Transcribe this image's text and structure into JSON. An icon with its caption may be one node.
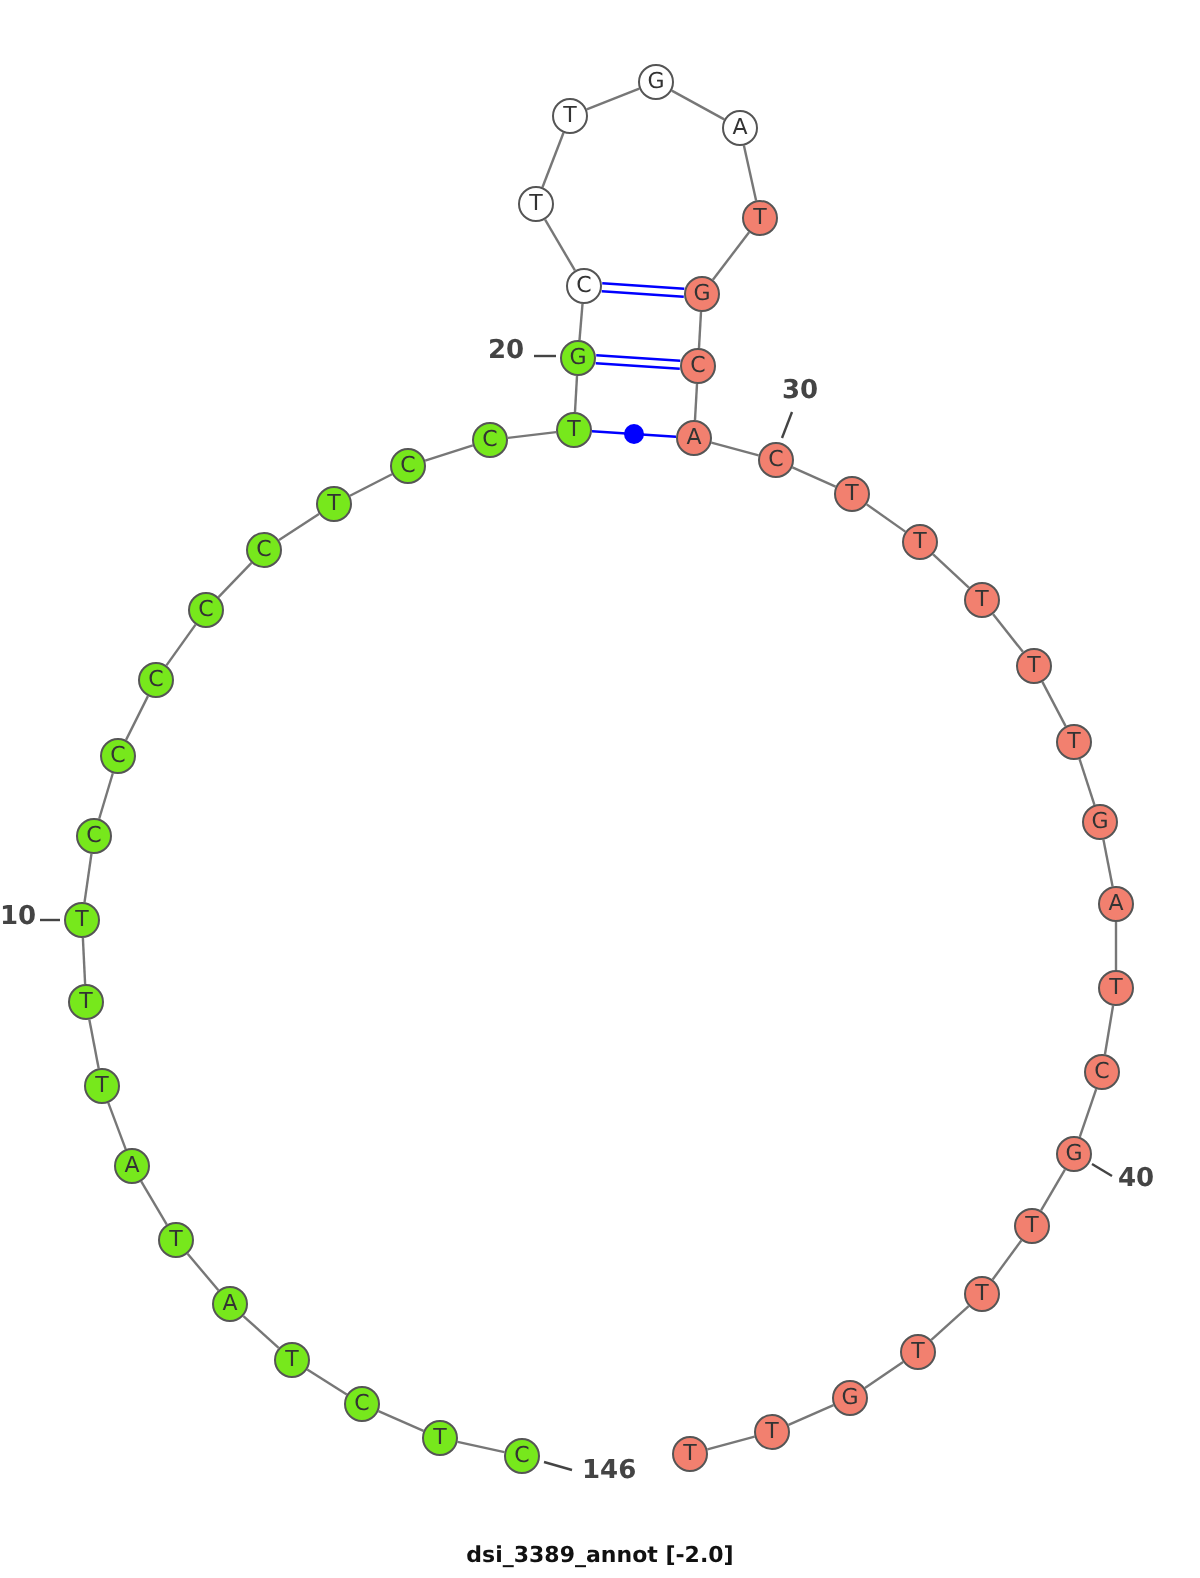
{
  "diagram": {
    "caption": "dsi_3389_annot [-2.0]",
    "nodes": [
      {
        "text": [
          "C"
        ]
      },
      {
        "text": [
          "T"
        ]
      },
      {
        "text": [
          "C"
        ]
      },
      {
        "text": [
          "T"
        ]
      },
      {
        "text": [
          "A"
        ]
      },
      {
        "text": [
          "T"
        ]
      },
      {
        "text": [
          "A"
        ]
      },
      {
        "text": [
          "T"
        ]
      },
      {
        "text": [
          "T"
        ]
      },
      {
        "text": [
          "T"
        ],
        "beside": [
          "10"
        ]
      },
      {
        "text": [
          "C"
        ]
      },
      {
        "text": [
          "C"
        ]
      },
      {
        "text": [
          "C"
        ]
      },
      {
        "text": [
          "C"
        ]
      },
      {
        "text": [
          "C"
        ]
      },
      {
        "text": [
          "T"
        ]
      },
      {
        "text": [
          "C"
        ]
      },
      {
        "text": [
          "C"
        ]
      },
      {
        "text": [
          "T"
        ]
      },
      {
        "text": [
          "G"
        ],
        "beside": [
          "20"
        ]
      },
      {
        "text": [
          "C"
        ]
      },
      {
        "text": [
          "T"
        ]
      },
      {
        "text": [
          "T"
        ]
      },
      {
        "text": [
          "G"
        ]
      },
      {
        "text": [
          "A"
        ]
      },
      {
        "text": [
          "T"
        ]
      },
      {
        "text": [
          "G"
        ]
      },
      {
        "text": [
          "C"
        ]
      },
      {
        "text": [
          "A"
        ]
      },
      {
        "text": [
          "C"
        ],
        "beside": [
          "30"
        ]
      },
      {
        "text": [
          "T"
        ]
      },
      {
        "text": [
          "T"
        ]
      },
      {
        "text": [
          "T"
        ]
      },
      {
        "text": [
          "T"
        ]
      },
      {
        "text": [
          "T"
        ]
      },
      {
        "text": [
          "G"
        ]
      },
      {
        "text": [
          "A"
        ]
      },
      {
        "text": [
          "T"
        ]
      },
      {
        "text": [
          "C"
        ]
      },
      {
        "text": [
          "G"
        ],
        "beside": [
          "40"
        ]
      },
      {
        "text": [
          "T"
        ]
      },
      {
        "text": [
          "T"
        ]
      },
      {
        "text": [
          "T"
        ]
      },
      {
        "text": [
          "G"
        ]
      },
      {
        "text": [
          "T"
        ]
      },
      {
        "text": [
          "T"
        ]
      }
    ],
    "edges": [
      {
        "from": 0,
        "to": 1,
        "arrow": "none"
      },
      {
        "from": 1,
        "to": 2,
        "arrow": "none"
      },
      {
        "from": 2,
        "to": 3,
        "arrow": "none"
      },
      {
        "from": 3,
        "to": 4,
        "arrow": "none"
      },
      {
        "from": 4,
        "to": 5,
        "arrow": "none"
      },
      {
        "from": 5,
        "to": 6,
        "arrow": "none"
      },
      {
        "from": 6,
        "to": 7,
        "arrow": "none"
      },
      {
        "from": 7,
        "to": 8,
        "arrow": "none"
      },
      {
        "from": 8,
        "to": 9,
        "arrow": "none"
      },
      {
        "from": 9,
        "to": 10,
        "arrow": "none"
      },
      {
        "from": 10,
        "to": 11,
        "arrow": "none"
      },
      {
        "from": 11,
        "to": 12,
        "arrow": "none"
      },
      {
        "from": 12,
        "to": 13,
        "arrow": "none"
      },
      {
        "from": 13,
        "to": 14,
        "arrow": "none"
      },
      {
        "from": 14,
        "to": 15,
        "arrow": "none"
      },
      {
        "from": 15,
        "to": 16,
        "arrow": "none"
      },
      {
        "from": 16,
        "to": 17,
        "arrow": "none"
      },
      {
        "from": 17,
        "to": 18,
        "arrow": "none"
      },
      {
        "from": 18,
        "to": 19,
        "arrow": "none"
      },
      {
        "from": 19,
        "to": 20,
        "arrow": "none"
      },
      {
        "from": 20,
        "to": 21,
        "arrow": "none"
      },
      {
        "from": 21,
        "to": 22,
        "arrow": "none"
      },
      {
        "from": 22,
        "to": 23,
        "arrow": "none"
      },
      {
        "from": 23,
        "to": 24,
        "arrow": "none"
      },
      {
        "from": 24,
        "to": 25,
        "arrow": "none"
      },
      {
        "from": 25,
        "to": 26,
        "arrow": "none"
      },
      {
        "from": 26,
        "to": 27,
        "arrow": "none"
      },
      {
        "from": 27,
        "to": 28,
        "arrow": "none"
      },
      {
        "from": 28,
        "to": 29,
        "arrow": "none"
      },
      {
        "from": 29,
        "to": 30,
        "arrow": "none"
      },
      {
        "from": 30,
        "to": 31,
        "arrow": "none"
      },
      {
        "from": 31,
        "to": 32,
        "arrow": "none"
      },
      {
        "from": 32,
        "to": 33,
        "arrow": "none"
      },
      {
        "from": 33,
        "to": 34,
        "arrow": "none"
      },
      {
        "from": 34,
        "to": 35,
        "arrow": "none"
      },
      {
        "from": 35,
        "to": 36,
        "arrow": "none"
      },
      {
        "from": 36,
        "to": 37,
        "arrow": "none"
      },
      {
        "from": 37,
        "to": 38,
        "arrow": "none"
      },
      {
        "from": 38,
        "to": 39,
        "arrow": "none"
      },
      {
        "from": 39,
        "to": 40,
        "arrow": "none"
      },
      {
        "from": 40,
        "to": 41,
        "arrow": "none"
      },
      {
        "from": 41,
        "to": 42,
        "arrow": "none"
      },
      {
        "from": 42,
        "to": 43,
        "arrow": "none"
      },
      {
        "from": 43,
        "to": 44,
        "arrow": "none"
      },
      {
        "from": 44,
        "to": 45,
        "arrow": "none"
      },
      {
        "from": 20,
        "to": 26,
        "arrow": "none",
        "color": "#0000ff"
      },
      {
        "from": 19,
        "to": 27,
        "arrow": "none",
        "color": "#0000ff"
      },
      {
        "from": 18,
        "to": 28,
        "arrow": "none",
        "color": "#0000ff"
      }
    ],
    "labels": [
      "146"
    ]
  }
}
